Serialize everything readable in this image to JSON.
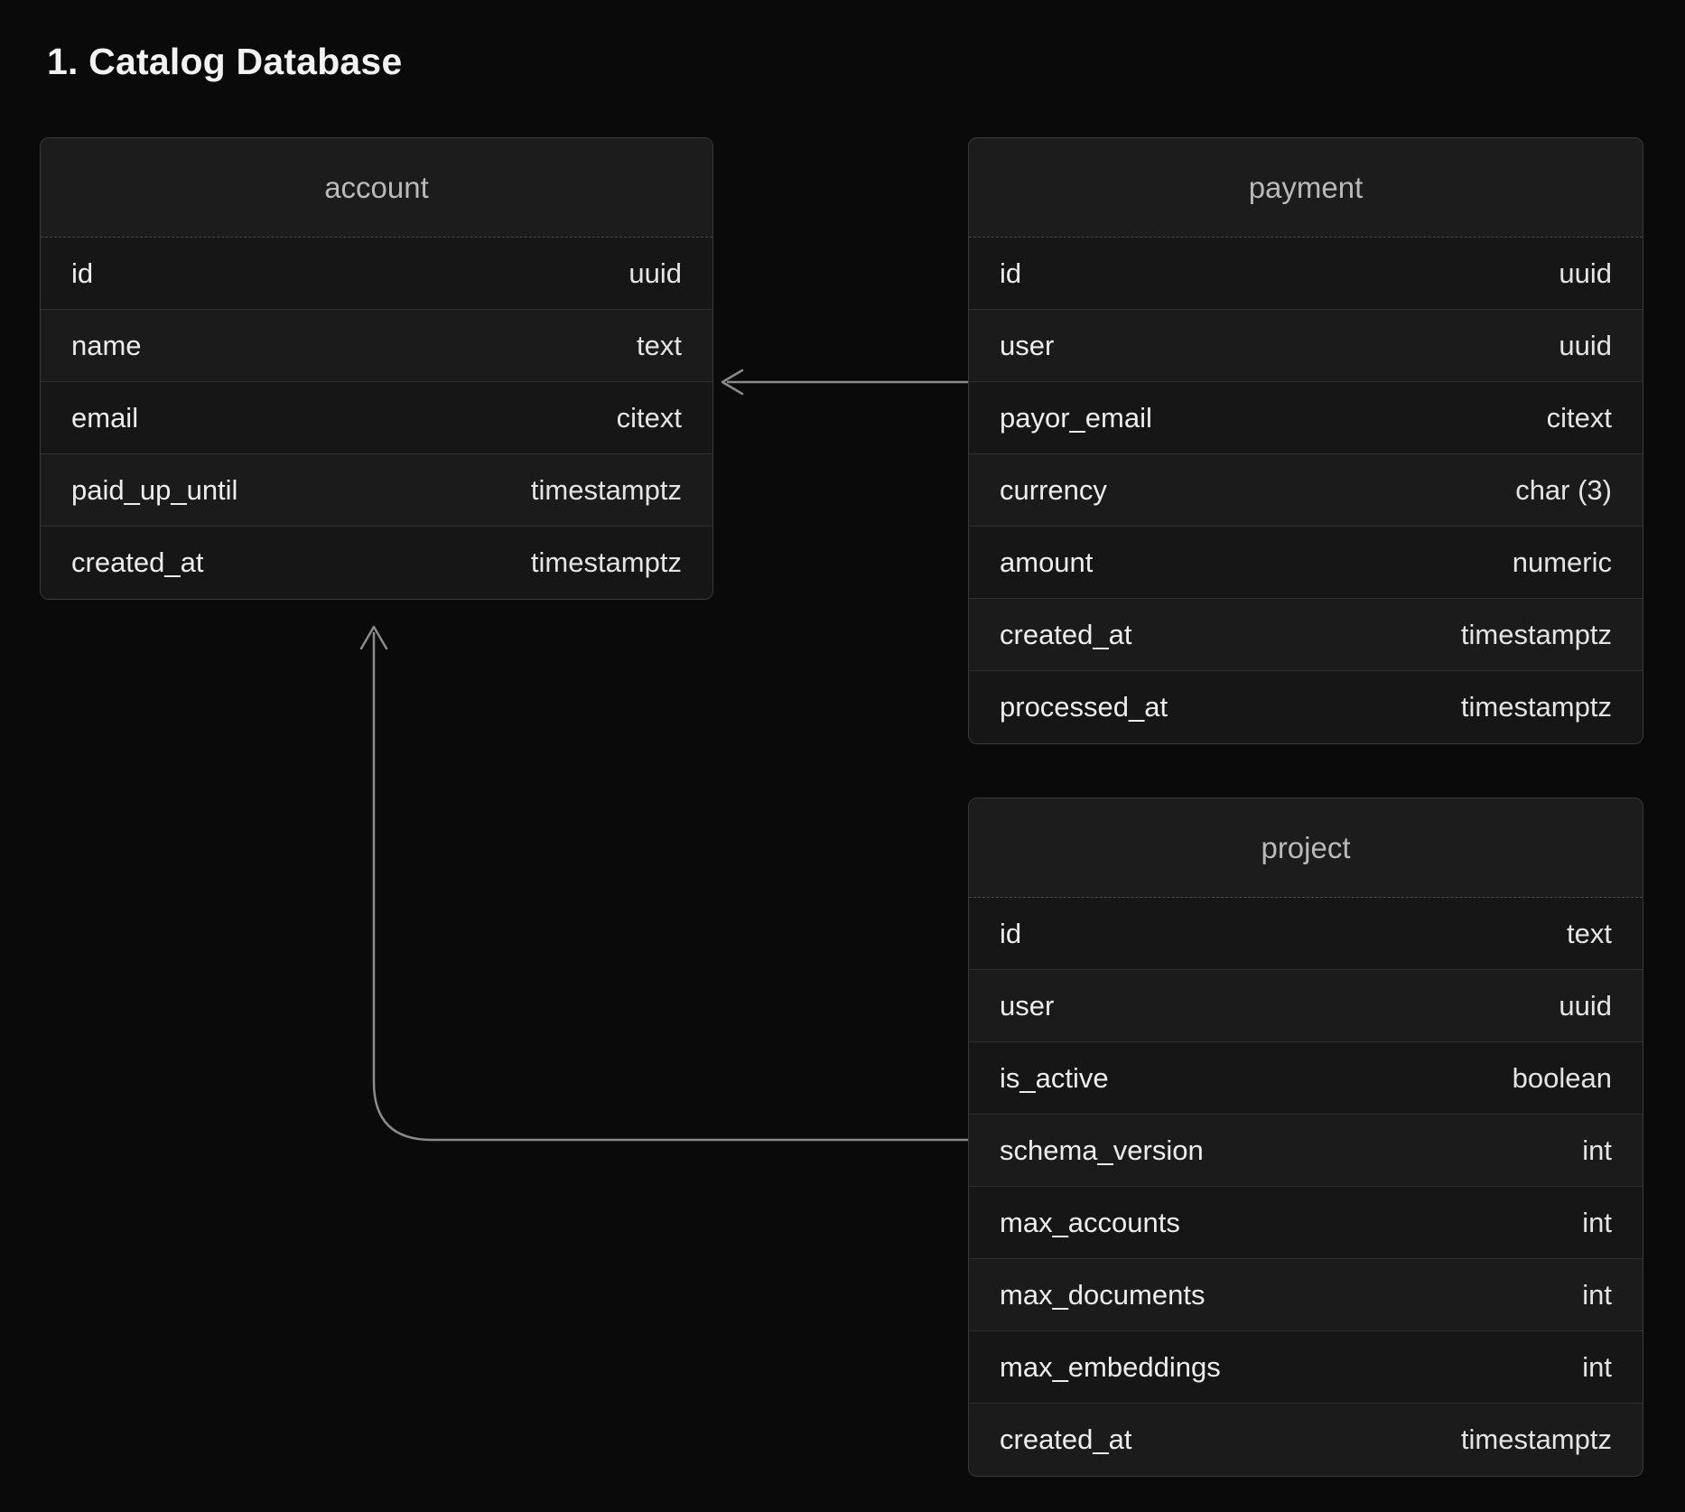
{
  "page": {
    "title": "1. Catalog Database",
    "background_color": "#0a0a0a",
    "card_color": "#141414",
    "header_color": "#1c1c1c",
    "border_color": "#3a3a3a",
    "text_color": "#ededed",
    "title_text_color": "#b9b9b9",
    "connector_color": "#8a8a8a"
  },
  "tables": [
    {
      "name": "account",
      "columns": [
        {
          "field": "id",
          "type": "uuid"
        },
        {
          "field": "name",
          "type": "text"
        },
        {
          "field": "email",
          "type": "citext"
        },
        {
          "field": "paid_up_until",
          "type": "timestamptz"
        },
        {
          "field": "created_at",
          "type": "timestamptz"
        }
      ]
    },
    {
      "name": "payment",
      "columns": [
        {
          "field": "id",
          "type": "uuid"
        },
        {
          "field": "user",
          "type": "uuid"
        },
        {
          "field": "payor_email",
          "type": "citext"
        },
        {
          "field": "currency",
          "type": "char (3)"
        },
        {
          "field": "amount",
          "type": "numeric"
        },
        {
          "field": "created_at",
          "type": "timestamptz"
        },
        {
          "field": "processed_at",
          "type": "timestamptz"
        }
      ]
    },
    {
      "name": "project",
      "columns": [
        {
          "field": "id",
          "type": "text"
        },
        {
          "field": "user",
          "type": "uuid"
        },
        {
          "field": "is_active",
          "type": "boolean"
        },
        {
          "field": "schema_version",
          "type": "int"
        },
        {
          "field": "max_accounts",
          "type": "int"
        },
        {
          "field": "max_documents",
          "type": "int"
        },
        {
          "field": "max_embeddings",
          "type": "int"
        },
        {
          "field": "created_at",
          "type": "timestamptz"
        }
      ]
    }
  ],
  "relations": [
    {
      "from": "payment.user",
      "to": "account.id",
      "style": "straight-arrow-left"
    },
    {
      "from": "project.user",
      "to": "account.id",
      "style": "elbow-arrow-up"
    }
  ]
}
